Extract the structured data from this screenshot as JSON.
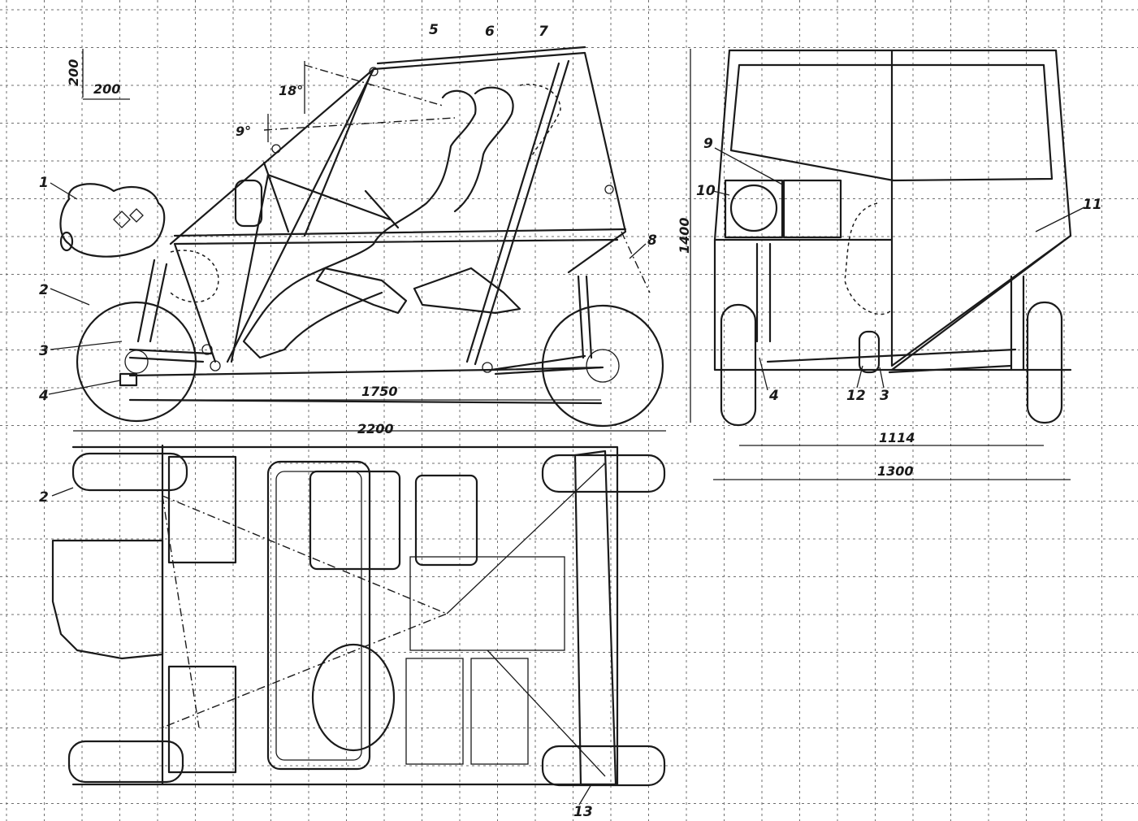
{
  "dimensions": {
    "grid_v": "200",
    "grid_h": "200",
    "angle_seat_back": "18°",
    "angle_windshield": "9°",
    "wheelbase": "1750",
    "overall_length": "2200",
    "overall_height": "1400",
    "track": "1114",
    "overall_width": "1300"
  },
  "callouts": {
    "c1": "1",
    "c2": "2",
    "c3": "3",
    "c4": "4",
    "c5": "5",
    "c6": "6",
    "c7": "7",
    "c8": "8",
    "c9": "9",
    "c10": "10",
    "c11": "11",
    "c4b": "4",
    "c12": "12",
    "c3b": "3",
    "c2b": "2",
    "c13": "13"
  },
  "colors": {
    "ink": "#1a1a1a",
    "paper": "#ffffff",
    "grid": "#6f6f6f"
  }
}
